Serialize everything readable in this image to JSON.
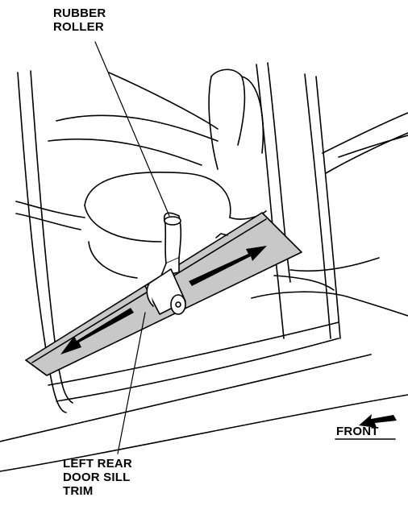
{
  "labels": {
    "roller": "RUBBER\nROLLER",
    "sill_trim": "LEFT REAR\nDOOR SILL\nTRIM",
    "front": "FRONT"
  },
  "colors": {
    "line": "#000000",
    "trim_fill": "#c8c8c8",
    "background": "#ffffff"
  }
}
